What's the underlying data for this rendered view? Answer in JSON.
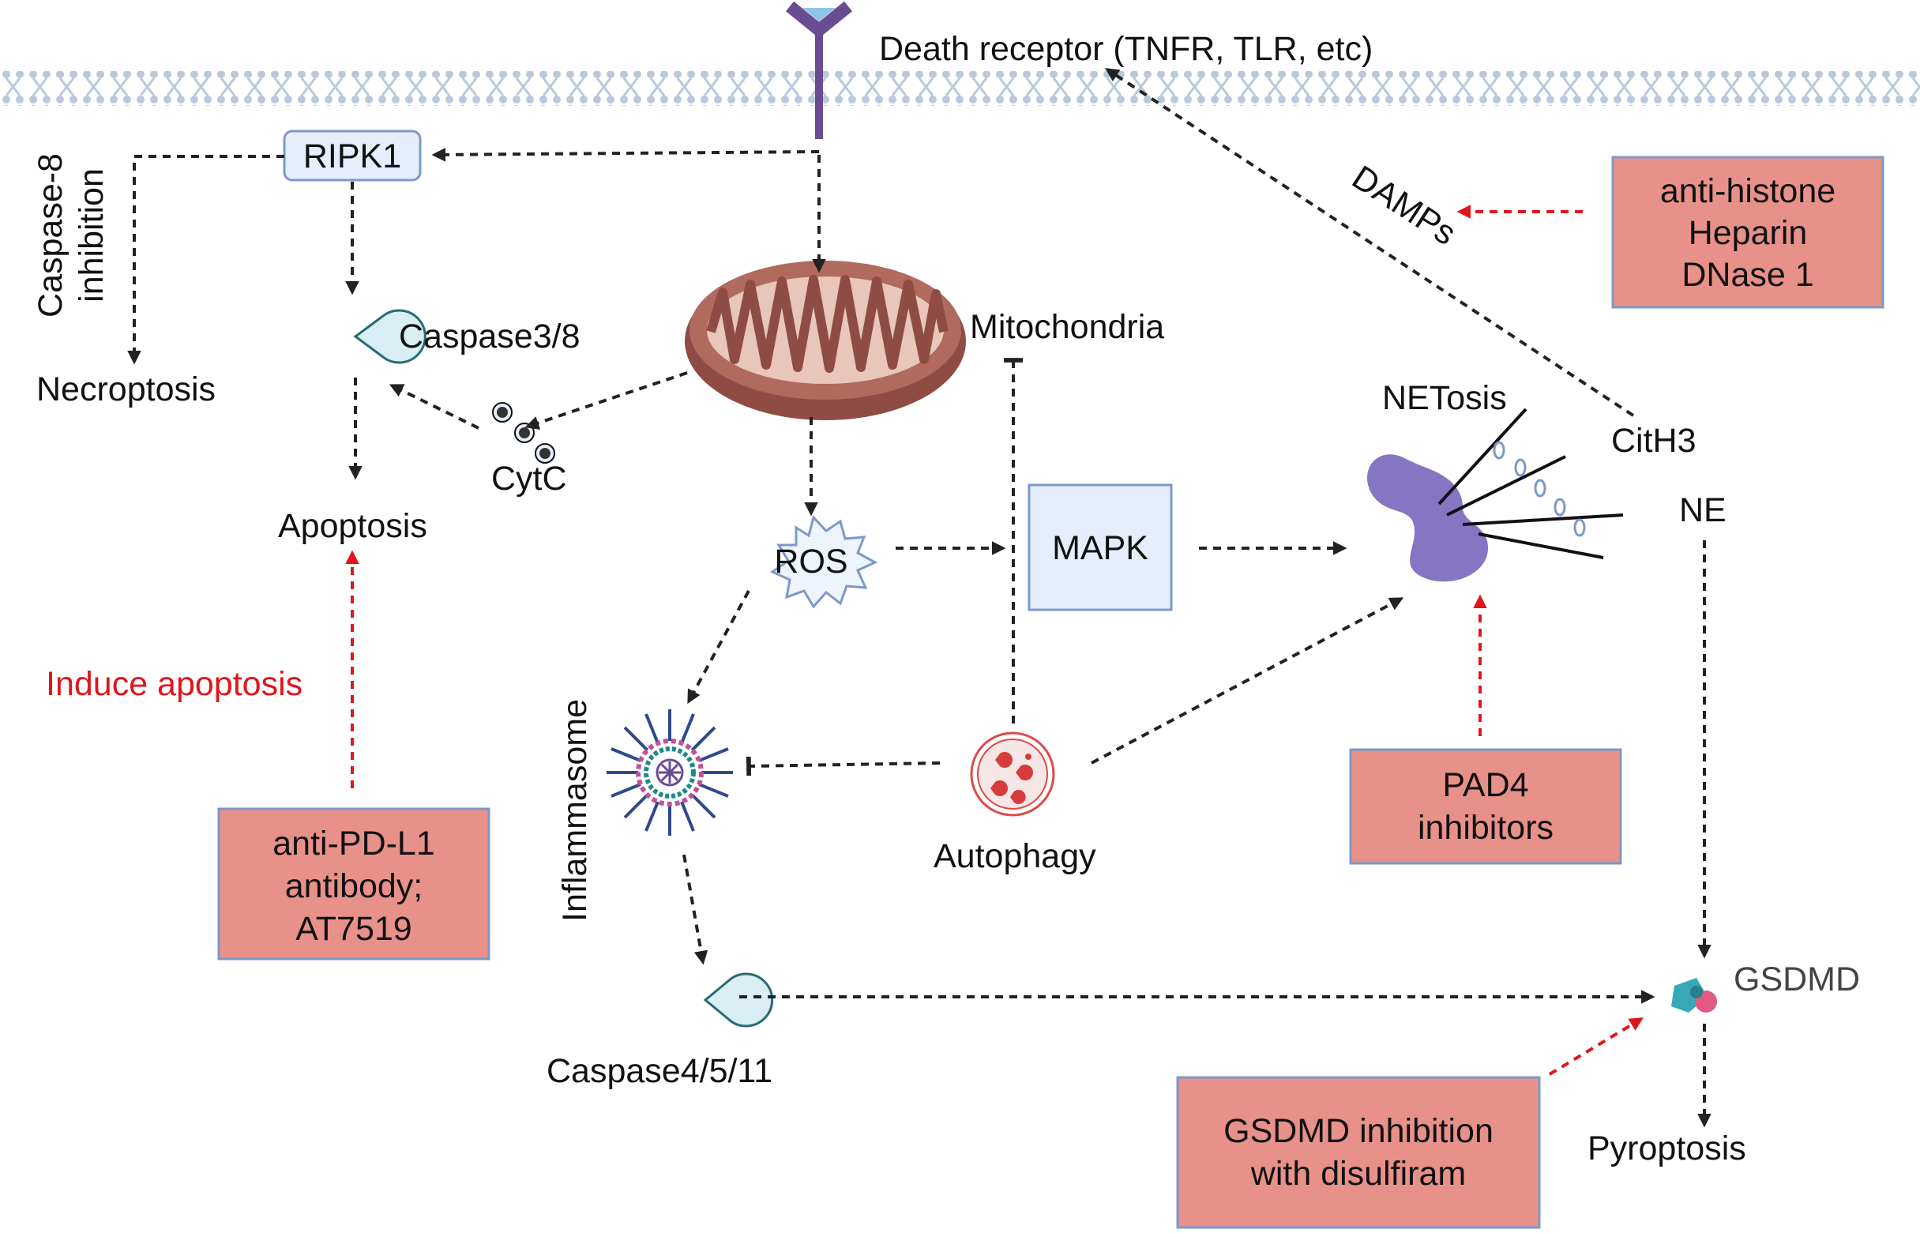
{
  "labels": {
    "death_receptor": "Death receptor (TNFR, TLR, etc)",
    "ripk1": "RIPK1",
    "caspase8_inhibition_line1": "Caspase-8",
    "caspase8_inhibition_line2": "inhibition",
    "necroptosis": "Necroptosis",
    "caspase38": "Caspase3/8",
    "cytc": "CytC",
    "apoptosis": "Apoptosis",
    "mitochondria": "Mitochondria",
    "ros": "ROS",
    "mapk": "MAPK",
    "damps": "DAMPs",
    "netosis": "NETosis",
    "cith3": "CitH3",
    "ne": "NE",
    "inflammasome": "Inflammasome",
    "autophagy": "Autophagy",
    "caspase4511": "Caspase4/5/11",
    "gsdmd": "GSDMD",
    "pyroptosis": "Pyroptosis",
    "induce_apoptosis": "Induce apoptosis"
  },
  "boxes": {
    "histone": [
      "anti-histone",
      "Heparin",
      "DNase 1"
    ],
    "pdl1": [
      "anti-PD-L1",
      "antibody;",
      "AT7519"
    ],
    "pad4": [
      "PAD4",
      "inhibitors"
    ],
    "gsdmd_inhibition": [
      "GSDMD inhibition",
      "with disulfiram"
    ]
  },
  "colors": {
    "membrane": "#b9c8dd",
    "receptor": "#6a4c93",
    "mito_fill": "#a8645a",
    "mito_inner": "#e8c6b9",
    "ripk1_box": "#e6eefb",
    "mapk_box": "#e6eefb",
    "box_border": "#7d98c8",
    "treatment_box": "#e8918a",
    "arrow_black": "#222222",
    "arrow_red": "#e0161b",
    "neutrophil": "#8575c2",
    "caspase": "#d8eef2",
    "caspase_stroke": "#2a6a74",
    "autophagy_ring": "#e04848"
  }
}
